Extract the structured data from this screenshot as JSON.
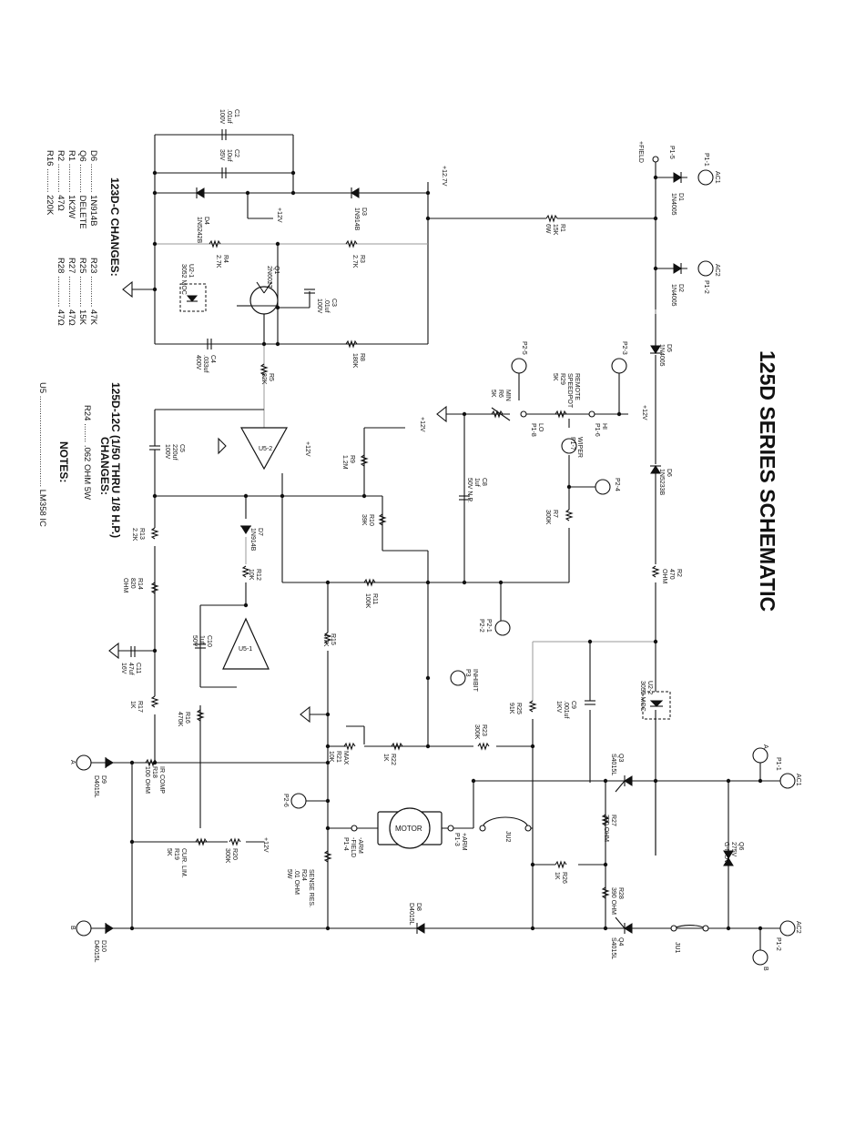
{
  "title": "125D SERIES SCHEMATIC",
  "changes_123dc": {
    "heading": "123D-C CHANGES:",
    "rows": [
      {
        "left": "D6 ............ 1N914B",
        "right": "R23 ............. 47K"
      },
      {
        "left": "Q6 ............ DELETE",
        "right": "R25 ............. 15K"
      },
      {
        "left": "R1 ............ 1K2W",
        "right": "R27 ............. 47Ω"
      },
      {
        "left": "R2 ............ 47Ω",
        "right": "R28 ............. 47Ω"
      },
      {
        "left": "R16 .......... 220K",
        "right": ""
      }
    ]
  },
  "changes_125d12c": {
    "heading1": "125D-12C (1/50 THRU 1/8 H.P.)",
    "heading2": "CHANGES:",
    "row": "R24 ........ .062 OHM 5W"
  },
  "notes": {
    "heading": "NOTES:",
    "row": "U5 ...................................... LM358 IC"
  },
  "labels": {
    "c1": [
      "C1",
      ".01uf",
      "100V"
    ],
    "c2": [
      "C2",
      "10uf",
      "35V"
    ],
    "d4": [
      "D4",
      "1N5242B"
    ],
    "d3": [
      "D3",
      "1N914B"
    ],
    "v12_top": "+12V",
    "v12_c2": "+12V",
    "v127": "+12.7V",
    "field": "+FIELD",
    "p15": "P1-5",
    "ac1_top": "AC1",
    "p11_top": "P1-1",
    "d1": [
      "D1",
      "1N4005"
    ],
    "r1": [
      "R1",
      "15K",
      "6W"
    ],
    "ac2_top": "AC2",
    "p12_top": "P1-2",
    "d2": [
      "D2",
      "1N4005"
    ],
    "r4": [
      "R4",
      "2.7K"
    ],
    "r3": [
      "R3",
      "2.7K"
    ],
    "u21": [
      "U2-1",
      "3052 MOC"
    ],
    "q1": [
      "Q1",
      "2N6027"
    ],
    "c3": [
      "C3",
      ".01uf",
      "100V"
    ],
    "c4": [
      "C4",
      ".033uf",
      "400V"
    ],
    "r8": [
      "R8",
      "180K"
    ],
    "d5": [
      "D5",
      "1N4005"
    ],
    "r5": [
      "R5",
      "82K"
    ],
    "p25": "P2-5",
    "p23": "P2-3",
    "min": [
      "MIN",
      "R6",
      "5K"
    ],
    "remote": [
      "REMOTE",
      "SPEEDPOT",
      "R29",
      "5K"
    ],
    "lo": [
      "LO",
      "P1-8"
    ],
    "hi": [
      "HI",
      "P1-6"
    ],
    "v12_hi": "+12V",
    "wiper": [
      "WIPER",
      "P1-7"
    ],
    "d6": [
      "D6",
      "1N5233B"
    ],
    "c5": [
      "C5",
      "220uf",
      "100V"
    ],
    "u52": "U5-2",
    "v12_u52": "+12V",
    "r9": [
      "R9",
      "1.2M"
    ],
    "v12_r9": "+12V",
    "c8": [
      "C8",
      "1uf",
      "50V N.P."
    ],
    "p24": "P2-4",
    "r7": [
      "R7",
      "300K"
    ],
    "r2": [
      "R2",
      "470",
      "OHM"
    ],
    "d7": [
      "D7",
      "1N914B"
    ],
    "r10": [
      "R10",
      "39K"
    ],
    "r13": [
      "R13",
      "2.2K"
    ],
    "r12": [
      "R12",
      "10K"
    ],
    "r11": [
      "R11",
      "100K"
    ],
    "p2": [
      "P2-1",
      "P2-2"
    ],
    "r14": [
      "R14",
      "820",
      "OHM"
    ],
    "c10": [
      "C10",
      "1uf",
      "50V"
    ],
    "u51": "U5-1",
    "r15": [
      "R15",
      "4.7K"
    ],
    "c11": [
      "C11",
      "47uf",
      "16V"
    ],
    "inhibit": [
      "INHIBIT",
      "P3"
    ],
    "u22": [
      "U2-2",
      "3052 MOC"
    ],
    "c9": [
      "C9",
      ".001uf",
      "1KV"
    ],
    "r25": [
      "R25",
      "91K"
    ],
    "r17": [
      "R17",
      "1K"
    ],
    "r16": [
      "R16",
      "470K"
    ],
    "r23": [
      "R23",
      "300K"
    ],
    "r21": [
      "MAX",
      "R21",
      "10K"
    ],
    "r22": [
      "R22",
      "1K"
    ],
    "q3": [
      "Q3",
      "S4015L"
    ],
    "a_right": "A",
    "p11_right": "P1-1",
    "ac1_right": "AC1",
    "a_left": "A",
    "d9": [
      "D9",
      "D4015L"
    ],
    "r18": [
      "IR COMP",
      "R18",
      "100 OHM"
    ],
    "p26": "P2-6",
    "motor": "MOTOR",
    "arm_minus": [
      "-ARM",
      "-FIELD",
      "P1-4"
    ],
    "arm_plus": [
      "+ARM",
      "P1-3"
    ],
    "ju2": "JU2",
    "r27": [
      "R27",
      "390 OHM"
    ],
    "q6": [
      "Q6",
      "275V",
      "G-MOV"
    ],
    "v12_r20": "+12V",
    "r20": [
      "R20",
      "300K"
    ],
    "r19": [
      "CUR. LIM.",
      "R19",
      "5K"
    ],
    "r24": [
      "SENSE RES.",
      "R24",
      ".01 OHM",
      "5W"
    ],
    "r26": [
      "R26",
      "1K"
    ],
    "r28": [
      "R28",
      "390 OHM"
    ],
    "b_left": "B",
    "d10": [
      "D10",
      "D4015L"
    ],
    "d8": [
      "D8",
      "D4015L"
    ],
    "q4": [
      "Q4",
      "S4015L"
    ],
    "ju1": "JU1",
    "ac2_right": "AC2",
    "p12_right": "P1-2",
    "b_right": "B"
  }
}
